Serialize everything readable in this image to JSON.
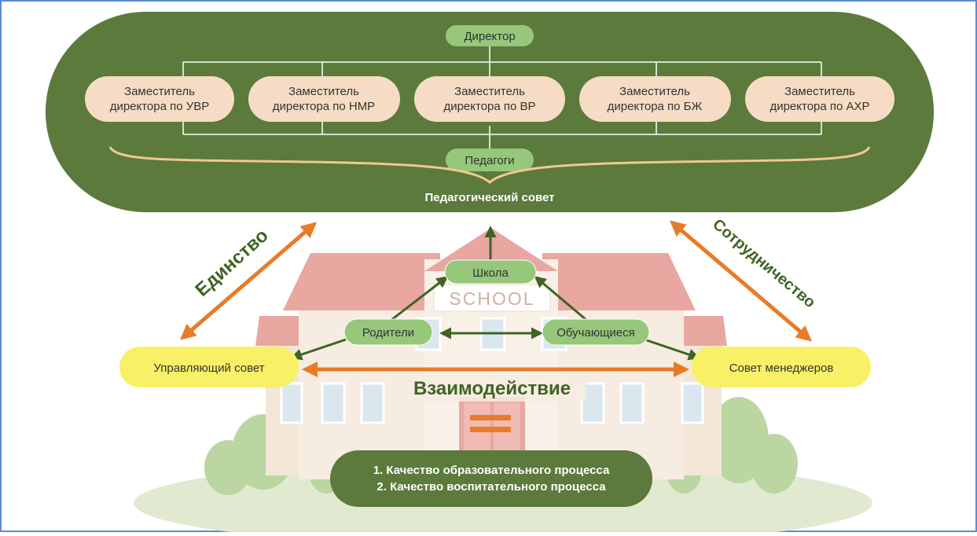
{
  "colors": {
    "dark_green": "#5b7a3c",
    "node_green": "#96c77b",
    "node_peach": "#f6dcc4",
    "yellow": "#f8f167",
    "orange": "#e97b28",
    "arrow_green": "#3f6424",
    "frame_blue": "#5b8cd3"
  },
  "council": {
    "director": "Директор",
    "deputies": [
      {
        "line1": "Заместитель",
        "line2": "директора по УВР"
      },
      {
        "line1": "Заместитель",
        "line2": "директора по НМР"
      },
      {
        "line1": "Заместитель",
        "line2": "директора по ВР"
      },
      {
        "line1": "Заместитель",
        "line2": "директора по БЖ"
      },
      {
        "line1": "Заместитель",
        "line2": "директора по АХР"
      }
    ],
    "teachers": "Педагоги",
    "title": "Педагогический совет"
  },
  "school": {
    "node": "Школа",
    "sign": "SCHOOL",
    "parents": "Родители",
    "students": "Обучающиеся"
  },
  "left_council": "Управляющий совет",
  "right_council": "Совет менеджеров",
  "labels": {
    "unity": "Единство",
    "cooperation": "Сотрудничество",
    "interaction": "Взаимодействие"
  },
  "quality": {
    "line1": "1. Качество образовательного процесса",
    "line2": "2. Качество воспитательного процесса"
  }
}
